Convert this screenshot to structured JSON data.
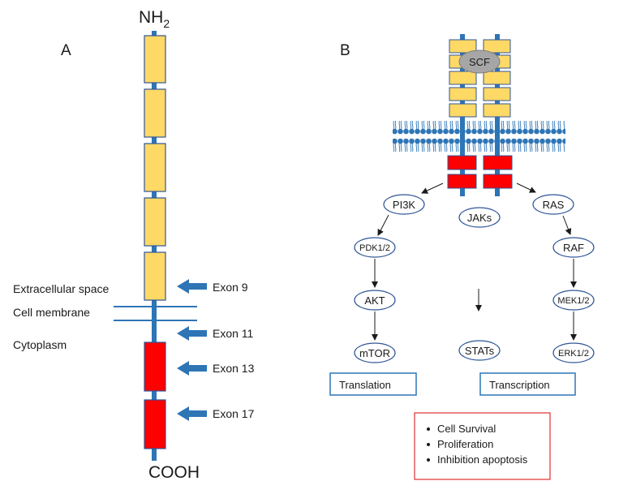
{
  "panel_a": {
    "label": "A",
    "n_term": "NH",
    "n_term_sub": "2",
    "c_term": "COOH",
    "regions": {
      "extracellular": "Extracellular space",
      "membrane": "Cell membrane",
      "cytoplasm": "Cytoplasm"
    },
    "exons": [
      "Exon 9",
      "Exon 11",
      "Exon 13",
      "Exon 17"
    ]
  },
  "panel_b": {
    "label": "B",
    "ligand": "SCF",
    "nodes": {
      "pi3k": "PI3K",
      "jaks": "JAKs",
      "ras": "RAS",
      "pdk": "PDK1/2",
      "raf": "RAF",
      "akt": "AKT",
      "mek": "MEK1/2",
      "mtor": "mTOR",
      "stats": "STATs",
      "erk": "ERK1/2"
    },
    "outputs": {
      "translation": "Translation",
      "transcription": "Transcription"
    },
    "effects": [
      "Cell Survival",
      "Proliferation",
      "Inhibition apoptosis"
    ]
  },
  "colors": {
    "domain_yellow": "#ffd966",
    "kinase_red": "#ff0000",
    "receptor_blue": "#2e75b6",
    "membrane_blue": "#2e75b6",
    "outline_blue": "#2f5597",
    "effects_border": "#e03030"
  }
}
